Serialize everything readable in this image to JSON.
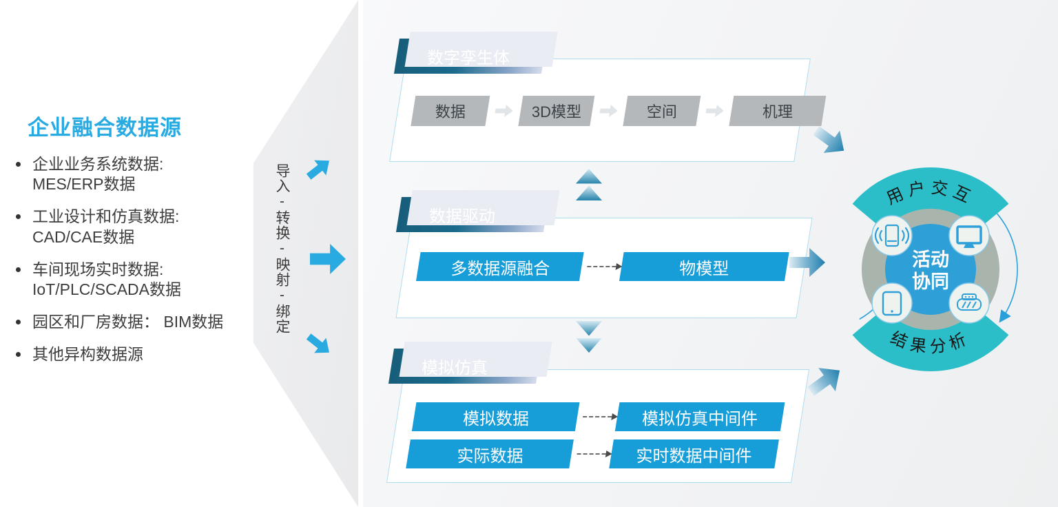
{
  "left_panel": {
    "title": "企业融合数据源",
    "bullets": [
      {
        "line1": "企业业务系统数据:",
        "line2": "MES/ERP数据"
      },
      {
        "line1": "工业设计和仿真数据:",
        "line2": "CAD/CAE数据"
      },
      {
        "line1": "车间现场实时数据:",
        "line2": "IoT/PLC/SCADA数据"
      },
      {
        "line1": "园区和厂房数据： BIM数据",
        "line2": ""
      },
      {
        "line1": "其他异构数据源",
        "line2": ""
      }
    ]
  },
  "transform_label": "导入-转换-映射-绑定",
  "sections": {
    "digital_twin": {
      "title": "数字孪生体",
      "steps": [
        "数据",
        "3D模型",
        "空间",
        "机理"
      ]
    },
    "data_driven": {
      "title": "数据驱动",
      "source_box": "多数据源融合",
      "target_box": "物模型"
    },
    "simulation": {
      "title": "模拟仿真",
      "rows": [
        {
          "source": "模拟数据",
          "target": "模拟仿真中间件"
        },
        {
          "source": "实际数据",
          "target": "实时数据中间件"
        }
      ]
    }
  },
  "circle_diagram": {
    "top_band": "用户交互",
    "bottom_band": "结果分析",
    "center_line1": "活动",
    "center_line2": "协同",
    "device_icons": [
      "smartphone",
      "monitor",
      "tablet",
      "smart-glasses"
    ]
  },
  "colors": {
    "accent_cyan": "#29ABE2",
    "header_gradient_dark": "#175d7a",
    "box_blue": "#179dd8",
    "step_gray": "#b4b8bb",
    "teal_band": "#2bbec8",
    "sage_circle": "#a9b4ad",
    "center_blue": "#2f9fd8",
    "panel_border": "#aedcee"
  }
}
